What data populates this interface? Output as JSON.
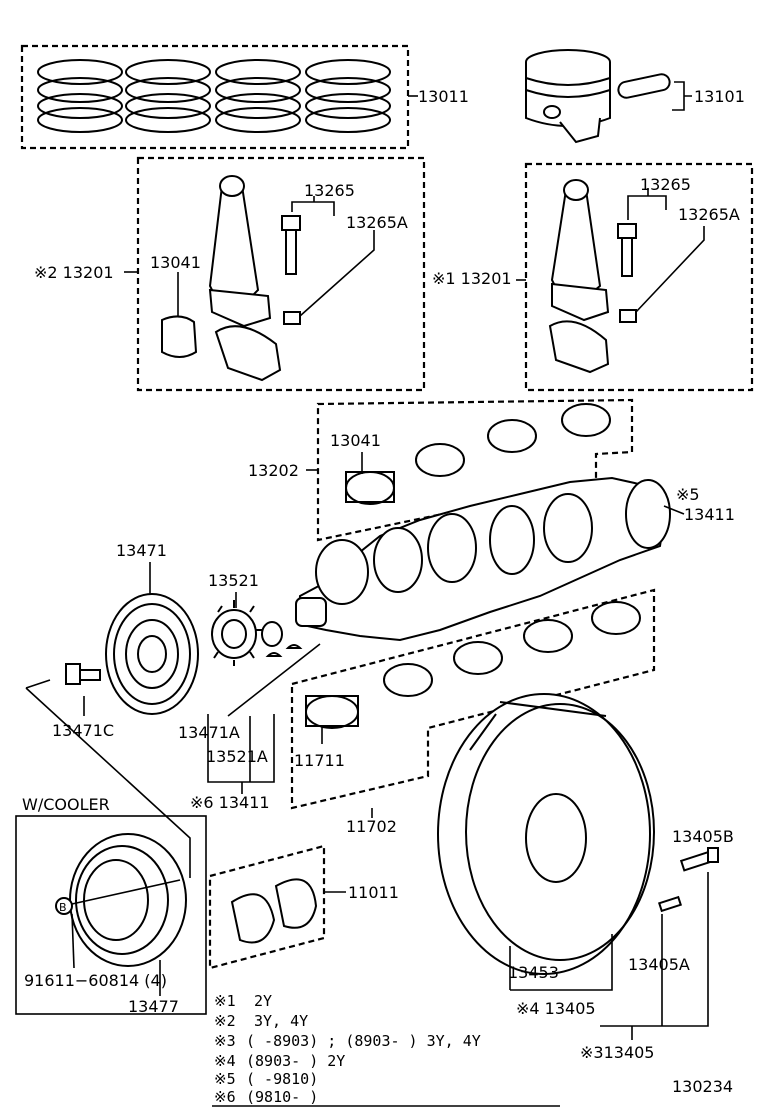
{
  "labels": {
    "p13011": "13011",
    "p13101": "13101",
    "p13265_l": "13265",
    "p13265a_l": "13265A",
    "p13201_l": "※2 13201",
    "p13041_l": "13041",
    "p13265_r": "13265",
    "p13265a_r": "13265A",
    "p13201_r": "※1 13201",
    "p13041_m": "13041",
    "p13202": "13202",
    "p13411_5": "※5",
    "p13411": "13411",
    "p13471": "13471",
    "p13521": "13521",
    "p13471c": "13471C",
    "p13471a": "13471A",
    "p13521a": "13521A",
    "p13411_6": "※6 13411",
    "p11711": "11711",
    "p11702": "11702",
    "wcooler": "W/COOLER",
    "p11011": "11011",
    "p91611": "91611−60814 (4)",
    "p13477": "13477",
    "p13405b": "13405B",
    "p13453": "13453",
    "p13405a": "13405A",
    "p13405_4": "※4 13405",
    "p13405_3": "※313405",
    "circle_b": "B",
    "figure_no": "130234"
  },
  "notes": [
    {
      "mark": "※1",
      "text": "2Y"
    },
    {
      "mark": "※2",
      "text": "3Y, 4Y"
    },
    {
      "mark": "※3",
      "text": "(       -8903) ; (8903-       ) 3Y, 4Y"
    },
    {
      "mark": "※4",
      "text": "(8903-       ) 2Y"
    },
    {
      "mark": "※5",
      "text": "(       -9810)"
    },
    {
      "mark": "※6",
      "text": "(9810-       )"
    }
  ]
}
